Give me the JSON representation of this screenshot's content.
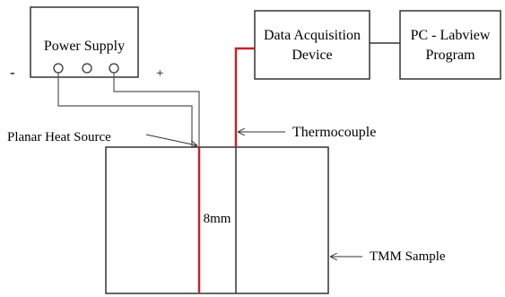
{
  "diagram": {
    "power_supply": {
      "label": "Power Supply",
      "minus": "-",
      "plus": "+"
    },
    "daq": {
      "line1": "Data Acquisition",
      "line2": "Device"
    },
    "pc": {
      "line1": "PC - Labview",
      "line2": "Program"
    },
    "labels": {
      "heat_source": "Planar Heat Source",
      "thermocouple": "Thermocouple",
      "gap": "8mm",
      "sample": "TMM Sample"
    },
    "colors": {
      "wire_red": "#c0262c",
      "line": "#333333"
    }
  }
}
